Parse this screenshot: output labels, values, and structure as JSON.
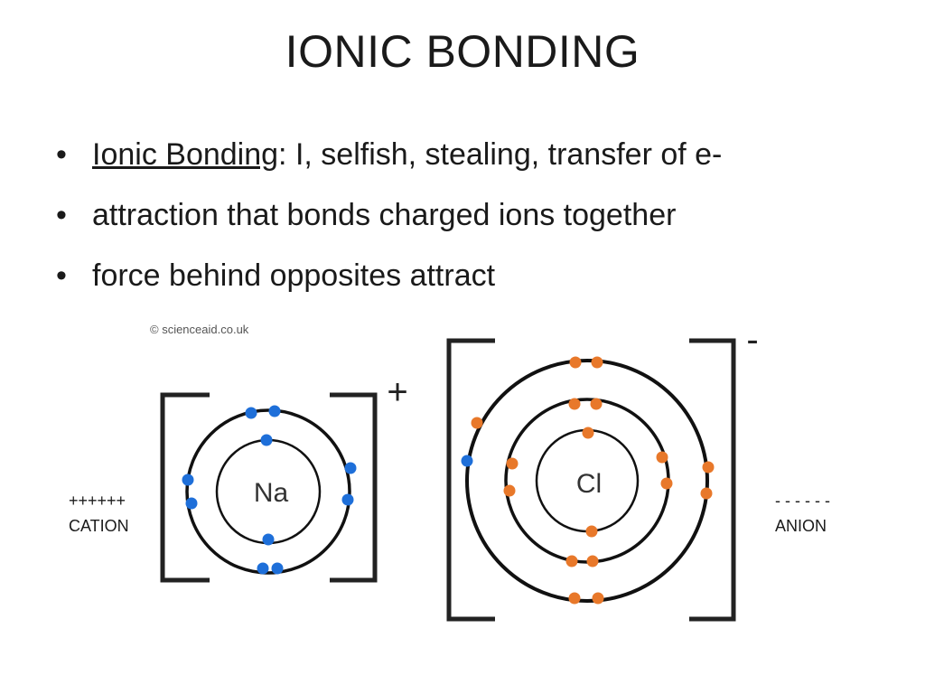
{
  "slide": {
    "title": "IONIC BONDING",
    "bullets": [
      {
        "bullet": "•",
        "term": "Ionic Bonding",
        "text": ": I, selfish, stealing, transfer of e-"
      },
      {
        "bullet": "•",
        "text": "attraction that bonds charged ions together"
      },
      {
        "bullet": "•",
        "text": "force behind opposites attract"
      }
    ]
  },
  "diagram": {
    "credit": "© scienceaid.co.uk",
    "cation": {
      "symbol": "Na",
      "charge": "+",
      "label_charge": "++++++",
      "label": "CATION",
      "electron_color": "#1e6fd9",
      "shells": [
        2,
        8
      ]
    },
    "anion": {
      "symbol": "Cl",
      "charge": "-",
      "label_charge": "- - - - - -",
      "label": "ANION",
      "electron_color": "#e8782a",
      "transferred_color": "#1e6fd9",
      "shells": [
        2,
        8,
        8
      ]
    }
  }
}
